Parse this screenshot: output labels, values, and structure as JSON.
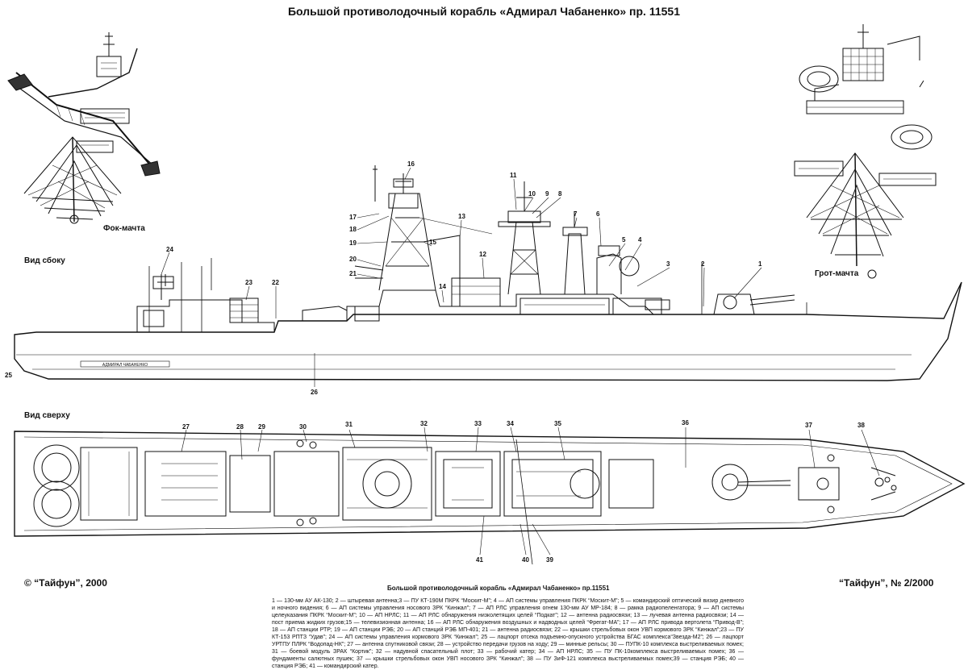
{
  "title": "Большой противолодочный корабль «Адмирал Чабаненко» пр. 11551",
  "views": {
    "side": "Вид сбоку",
    "top": "Вид сверху",
    "fore_mast": "Фок-мачта",
    "main_mast": "Грот-мачта"
  },
  "side_numbers": [
    "1",
    "2",
    "3",
    "4",
    "5",
    "6",
    "7",
    "8",
    "9",
    "10",
    "11",
    "12",
    "13",
    "14",
    "15",
    "16",
    "17",
    "18",
    "19",
    "20",
    "21",
    "22",
    "23",
    "24",
    "25",
    "26"
  ],
  "top_numbers": [
    "27",
    "28",
    "29",
    "30",
    "31",
    "32",
    "33",
    "34",
    "35",
    "36",
    "37",
    "38",
    "39",
    "40",
    "41"
  ],
  "hull_name": "АДМИРАЛ ЧАБАНЕНКО",
  "footer": {
    "copyright": "© “Тайфун”, 2000",
    "issue": "“Тайфун”, № 2/2000",
    "caption": "Большой противолодочный корабль «Адмирал Чабаненко» пр.11551"
  },
  "legend": "1 — 130-мм АУ АК-130; 2 — штыревая антенна;3 — ПУ КТ-190М ПКРК “Москит-М”; 4 — АП системы управления ПКРК “Москит-М”; 5 — командирский оптический визир дневного и ночного видения; 6 — АП системы управления носового ЗРК “Кинжал”; 7 — АП РЛС управления огнем 130-мм АУ МР-184; 8 — рамка радиопеленгатора; 9 — АП системы целеуказания ПКРК “Москит-М”; 10 — АП НРЛС; 11 — АП РЛС обнаружения низколетящих целей “Подкат”; 12 — антенна радиосвязи; 13 — лучевая антенна радиосвязи; 14 — пост приема жидких грузов;15 — телевизионная антенна; 16 — АП РЛС обнаружения воздушных и надводных целей “Фрегат-МА”; 17 — АП РЛС привода вертолета “Привод-В”; 18 — АП станции РТР; 19 — АП станции РЭБ; 20 — АП станций РЭБ МП-401; 21 — антенна радиосвязи; 22 — крышки стрельбовых окон УВП кормового ЗРК “Кинжал”;23 — ПУ КТ-153 РПТЗ “Удав”; 24 — АП системы управления кормового ЗРК “Кинжал”; 25 — лацпорт отсека подъемно-опускного устройства БГАС комплекса“Звезда-М2”; 26 — лацпорт УРТПУ ПЛРК “Водопад-НК”; 27 — антенна спутниковой связи; 28 — устройство передачи грузов на ходу; 29 — минные рельсы; 30 — ПУПК-10 комплекса выстреливаемых помех; 31 — боевой модуль ЗРАК “Кортик”; 32 — надувной спасательный плот; 33 — рабочий катер; 34 — АП НРЛС; 35 — ПУ ПК-10комплекса выстреливаемых помех; 36 — фундаменты салютных пушек; 37 — крышки стрельбовых окон УВП носового ЗРК “Кинжал”; 38 — ПУ ЗиФ-121 комплекса выстреливаемых помех;39 — станция РЭБ; 40 — станция РЭБ; 41 — командирский катер."
}
